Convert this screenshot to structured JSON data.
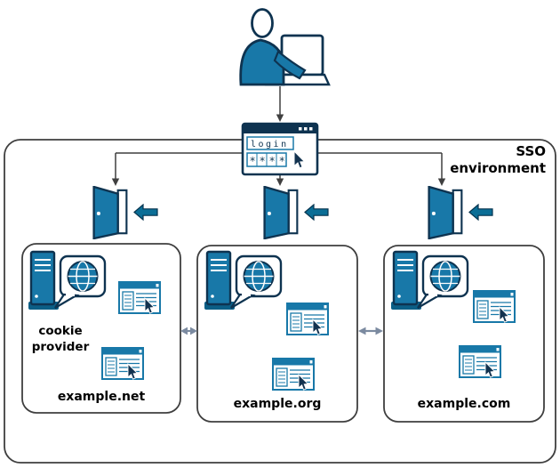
{
  "colors": {
    "primary_blue": "#1878a8",
    "outline_navy": "#0e3350",
    "enter_arrow_teal": "#0b6e96",
    "connector_gray": "#3f3f3f",
    "link_arrow_gray": "#7b8aa0",
    "background": "#ffffff"
  },
  "environment": {
    "label_line1": "SSO",
    "label_line2": "environment"
  },
  "login_window": {
    "login_text": "login",
    "password_text": "****"
  },
  "domains": [
    {
      "label": "example.net",
      "sublabel": "cookie provider"
    },
    {
      "label": "example.org"
    },
    {
      "label": "example.com"
    }
  ],
  "icons": [
    "user-laptop-icon",
    "login-window-icon",
    "door-icon",
    "enter-arrow-icon",
    "server-globe-icon",
    "browser-window-icon",
    "link-arrow-icon"
  ]
}
